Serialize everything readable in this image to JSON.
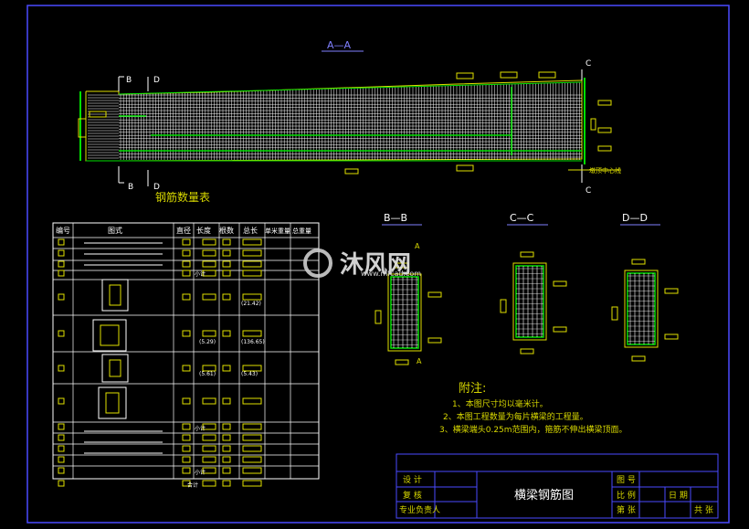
{
  "drawing": {
    "section_aa_label": "A—A",
    "section_bb_label": "B—B",
    "section_cc_label": "C—C",
    "section_dd_label": "D—D",
    "cut_b": "B",
    "cut_c": "C",
    "cut_d": "D",
    "cut_a": "A",
    "centerline_note": "墩顶中心线"
  },
  "rebar_table": {
    "title": "钢筋数量表",
    "headers": [
      "编号",
      "图式",
      "直径",
      "长度",
      "根数",
      "总长",
      "单米重量",
      "总重量"
    ],
    "subtotal": "小计",
    "total": "合计",
    "notes": [
      "(21.42)",
      "(5.29)",
      "(136.65)",
      "(5.61)",
      "(5.43)"
    ]
  },
  "notes": {
    "title": "附注:",
    "items": [
      "1、本图尺寸均以毫米计。",
      "2、本图工程数量为每片横梁的工程量。",
      "3、横梁端头0.25m范围内，箍筋不伸出横梁顶面。"
    ]
  },
  "title_block": {
    "design": "设  计",
    "review": "复  核",
    "chief": "专业负责人",
    "title": "横梁钢筋图",
    "drawing_no": "图  号",
    "scale": "比  例",
    "date": "日  期",
    "sheet": "第  张",
    "total": "共  张"
  },
  "watermark": {
    "brand": "沐风网",
    "url": "www.mfcad.com"
  },
  "colors": {
    "background": "#000000",
    "frame": "#4a4aff",
    "rebar": "#ffffff",
    "green": "#00e000",
    "yellow": "#e0e000"
  }
}
